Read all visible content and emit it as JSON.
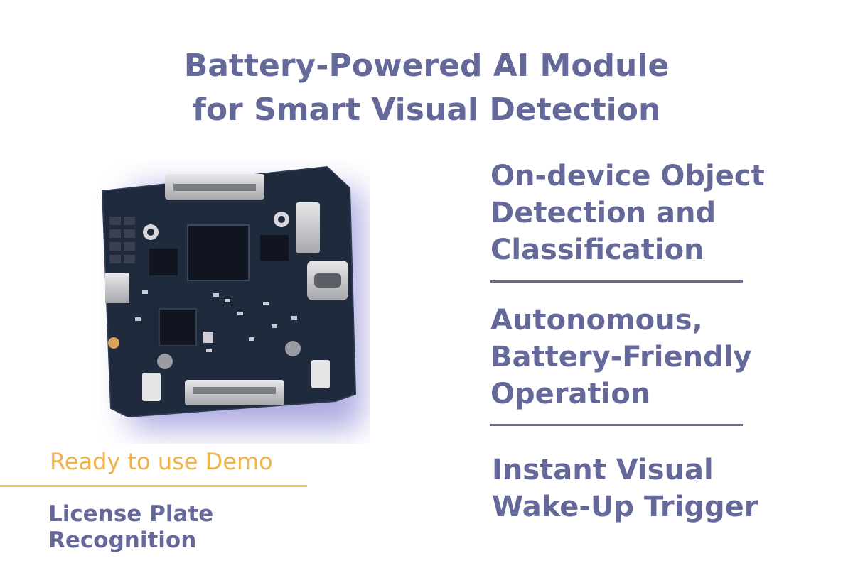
{
  "title": {
    "line1": "Battery-Powered AI Module",
    "line2": "for Smart Visual Detection"
  },
  "features": [
    {
      "lines": [
        "On-device Object",
        "Detection and",
        "Classification"
      ]
    },
    {
      "lines": [
        "Autonomous,",
        "Battery-Friendly",
        "Operation"
      ]
    },
    {
      "lines": [
        "Instant Visual",
        "Wake-Up Trigger"
      ]
    }
  ],
  "demo": {
    "title": "Ready to use Demo",
    "item_lines": [
      "License Plate",
      "Recognition"
    ]
  },
  "colors": {
    "primary": "#64699a",
    "accent": "#f2b24a",
    "board": "#1f2a3c",
    "glow": "#6a66c8"
  }
}
